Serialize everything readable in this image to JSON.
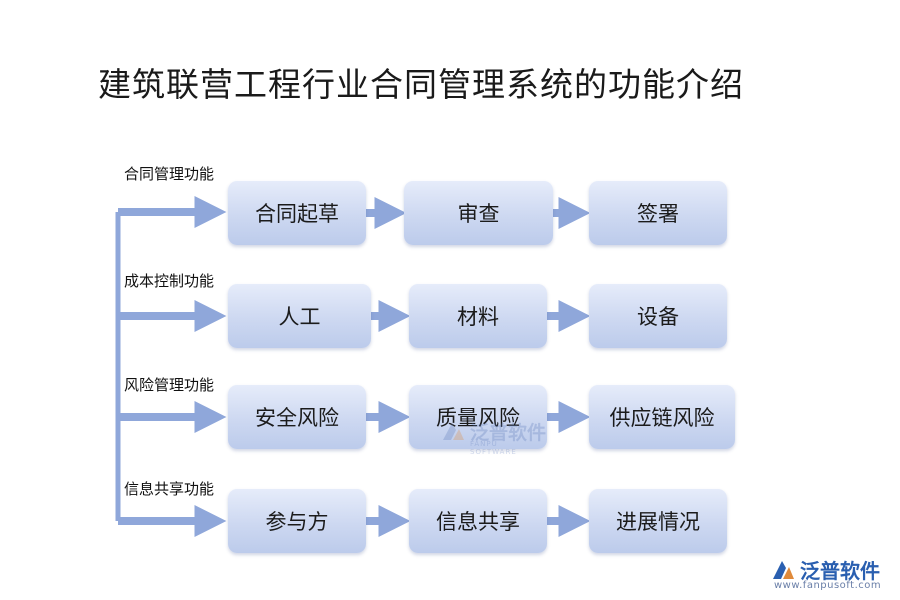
{
  "title": "建筑联营工程行业合同管理系统的功能介绍",
  "rows": [
    {
      "label": "合同管理功能",
      "nodes": [
        "合同起草",
        "审查",
        "签署"
      ]
    },
    {
      "label": "成本控制功能",
      "nodes": [
        "人工",
        "材料",
        "设备"
      ]
    },
    {
      "label": "风险管理功能",
      "nodes": [
        "安全风险",
        "质量风险",
        "供应链风险"
      ]
    },
    {
      "label": "信息共享功能",
      "nodes": [
        "参与方",
        "信息共享",
        "进展情况"
      ]
    }
  ],
  "watermark": {
    "text": "泛普软件",
    "sub": "FANPU SOFTWARE"
  },
  "brand": {
    "name": "泛普软件",
    "url": "www.fanpusoft.com"
  },
  "colors": {
    "arrow": "#8fa7da",
    "node_top": "#e6ecfa",
    "node_bottom": "#bccbeb",
    "brand": "#2a5fb0"
  }
}
